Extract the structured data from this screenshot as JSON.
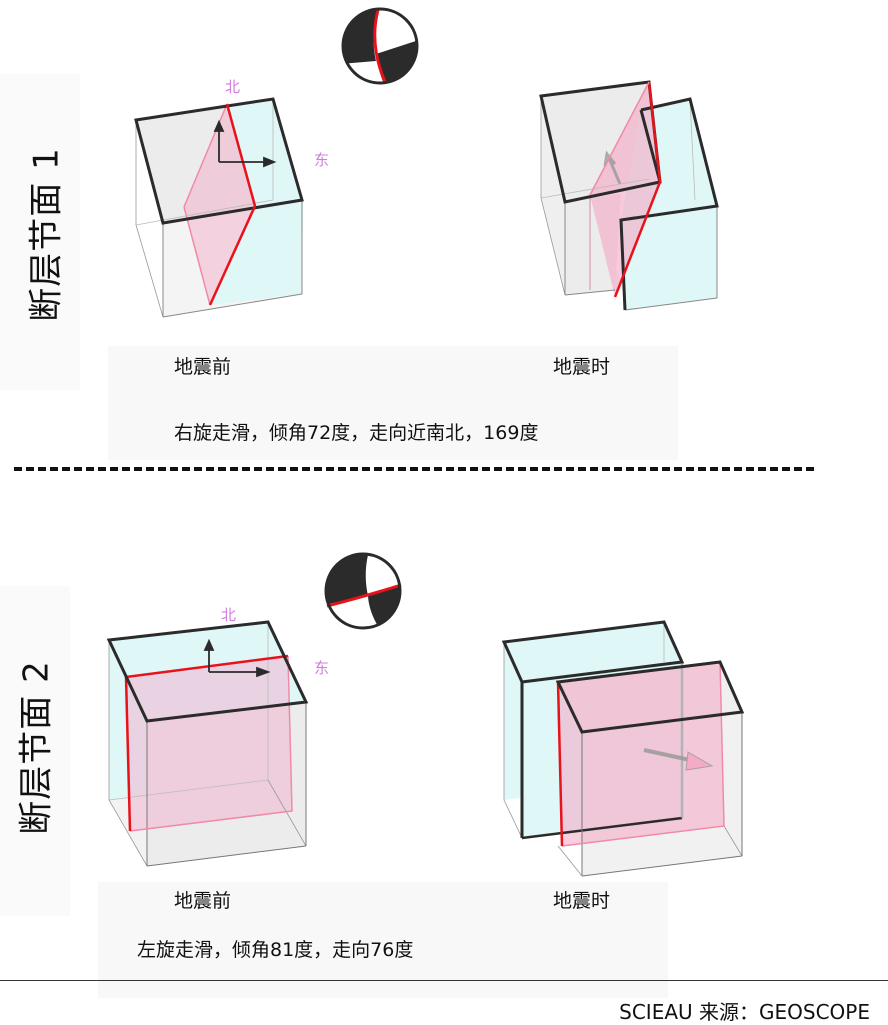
{
  "sections": [
    {
      "title": "断层节面 1",
      "before_label": "地震前",
      "during_label": "地震时",
      "description": "右旋走滑，倾角72度，走向近南北，169度",
      "north_label": "北",
      "east_label": "东",
      "beachball_icon": "focal-mechanism-beachball",
      "slip_type": "右旋走滑",
      "dip_deg": 72,
      "strike_deg": 169
    },
    {
      "title": "断层节面 2",
      "before_label": "地震前",
      "during_label": "地震时",
      "description": "左旋走滑，倾角81度，走向76度",
      "north_label": "北",
      "east_label": "东",
      "beachball_icon": "focal-mechanism-beachball",
      "slip_type": "左旋走滑",
      "dip_deg": 81,
      "strike_deg": 76
    }
  ],
  "footer": {
    "credit": "SCIEAU  来源：GEOSCOPE"
  },
  "colors": {
    "fault_plane_edge": "#e8121b",
    "fault_plane_fill": "#f4a6c4",
    "block_cyan": "#dff7f6",
    "block_grey": "#ececec",
    "direction_label": "#d27be0",
    "beachball_dark": "#2b2b2b"
  }
}
